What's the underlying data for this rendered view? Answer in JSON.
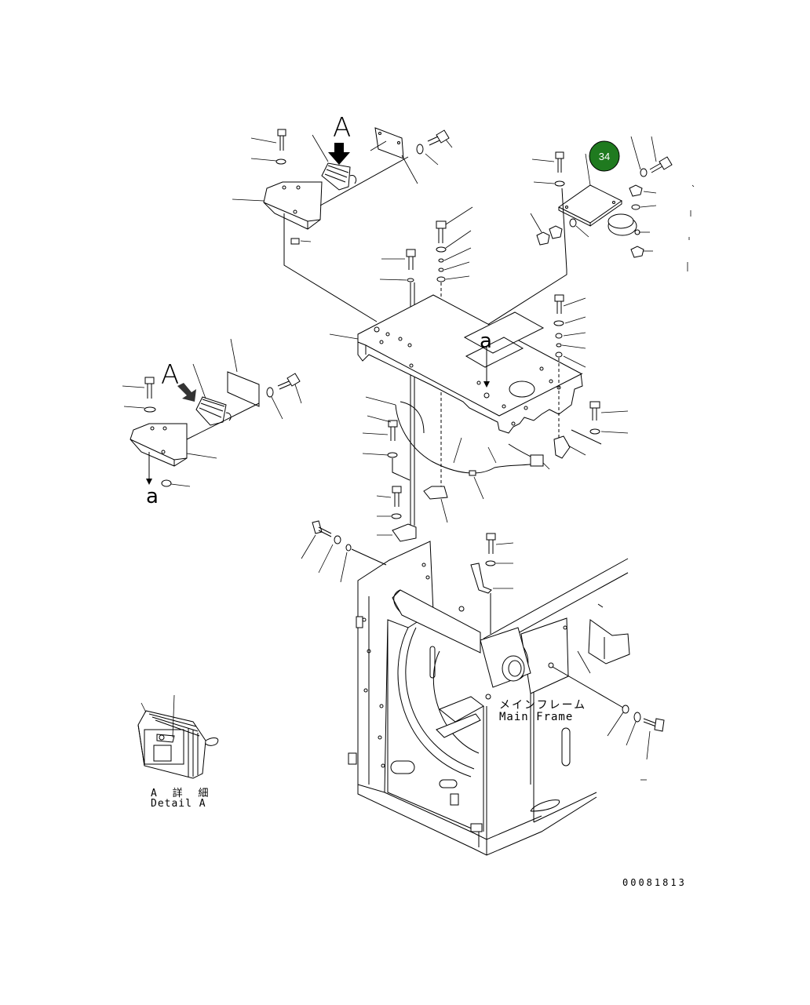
{
  "diagram": {
    "view_label": "A",
    "reference_label": "a",
    "main_frame_jp": "メインフレーム",
    "main_frame_en": "Main Frame",
    "detail_jp": "A 詳 細",
    "detail_en": "Detail A",
    "drawing_number": "00081813",
    "callout": {
      "number": "34",
      "color": "#1f7a1f"
    }
  }
}
